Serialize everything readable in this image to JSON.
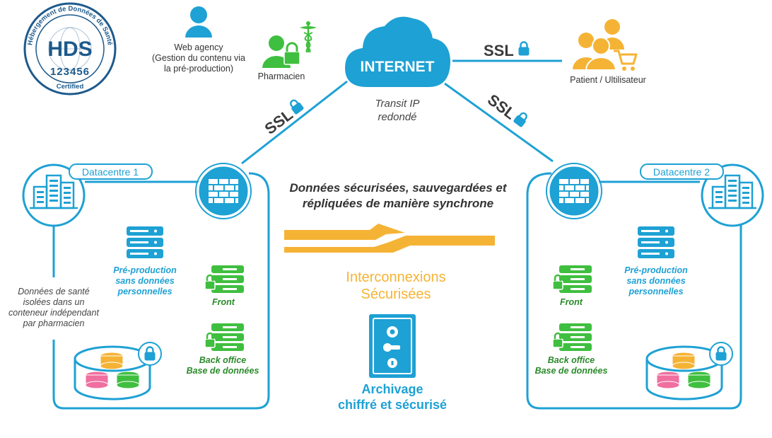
{
  "colors": {
    "blue": "#1ea1d4",
    "green": "#3fbf3f",
    "orange": "#f5b335",
    "pink": "#f06fa0",
    "dark": "#333333",
    "white": "#ffffff"
  },
  "hds_badge": {
    "top_text": "Hébergement de Données de Santé",
    "main": "HDS",
    "number": "123456",
    "bottom_text": "Certified"
  },
  "actors": {
    "web_agency": [
      "Web agency",
      "(Gestion du contenu via",
      "la pré-production)"
    ],
    "pharmacien": "Pharmacien",
    "patient": "Patient / Ultilisateur"
  },
  "internet": {
    "label": "INTERNET",
    "transit": [
      "Transit IP",
      "redondé"
    ]
  },
  "ssl_label": "SSL",
  "datacentre_1": {
    "label": "Datacentre 1",
    "preprod": [
      "Pré-production",
      "sans données",
      "personnelles"
    ],
    "front": "Front",
    "backoffice": [
      "Back office",
      "Base de données"
    ],
    "isolation_note": [
      "Données de santé",
      "isolées dans un",
      "conteneur indépendant",
      "par pharmacien"
    ]
  },
  "datacentre_2": {
    "label": "Datacentre 2",
    "preprod": [
      "Pré-production",
      "sans données",
      "personnelles"
    ],
    "front": "Front",
    "backoffice": [
      "Back office",
      "Base de données"
    ]
  },
  "center": {
    "headline": [
      "Données sécurisées, sauvegardées et",
      "répliquées de manière synchrone"
    ],
    "interconnexions": [
      "Interconnexions",
      "Sécurisées"
    ],
    "archivage": [
      "Archivage",
      "chiffré et sécurisé"
    ]
  }
}
